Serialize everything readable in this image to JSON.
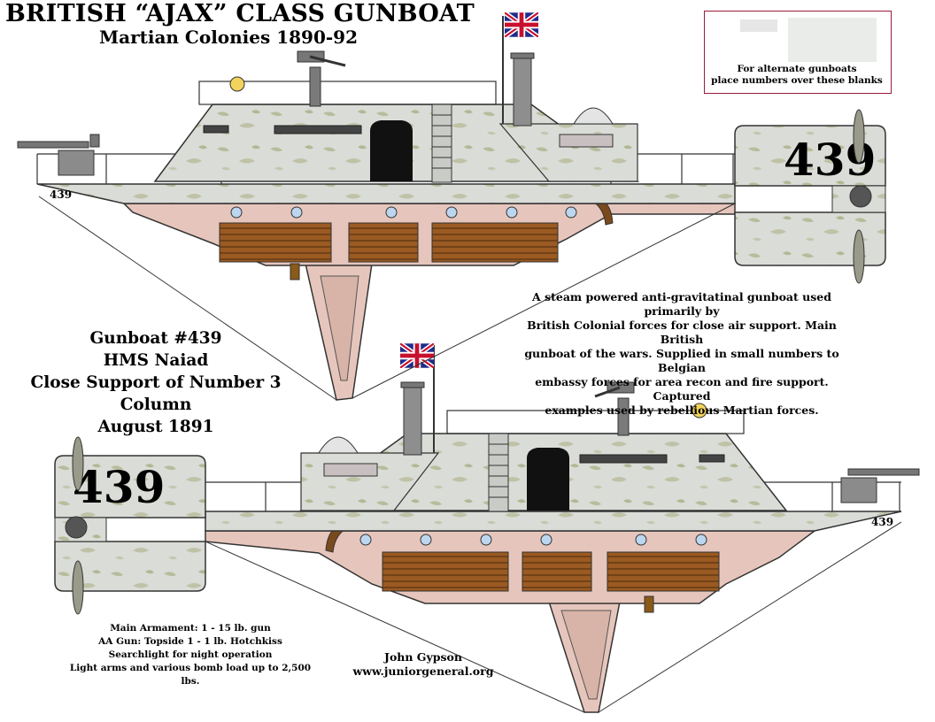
{
  "title": "BRITISH “AJAX” CLASS GUNBOAT",
  "subtitle": "Martian Colonies 1890-92",
  "alternate_note": [
    "For alternate gunboats",
    "place numbers over these blanks"
  ],
  "description": [
    "A steam powered anti-gravitatinal gunboat used primarily by",
    "British Colonial forces for close air support.  Main British",
    "gunboat of the wars.  Supplied in small numbers to Belgian",
    "embassy forces for area recon and fire support.  Captured",
    "examples used by rebellious Martian forces."
  ],
  "boat_info": [
    "Gunboat #439",
    "HMS Naiad",
    "Close Support of Number 3 Column",
    "August 1891"
  ],
  "specs": [
    "Main Armament: 1 - 15 lb. gun",
    "AA Gun: Topside 1 - 1 lb. Hotchkiss",
    "Searchlight for night operation",
    "Light arms and various bomb load up to 2,500 lbs."
  ],
  "credit": {
    "author": "John Gypson",
    "website": "www.juniorgeneral.org"
  },
  "hull_number": "439",
  "colors": {
    "hull_lower": "#e6c6bc",
    "superstructure": "#d9dcd6",
    "camo": "#b5b99a",
    "wood_panel": "#9a5a22",
    "porthole": "#bcd6f0",
    "frame_border": "#9b1b3a"
  }
}
